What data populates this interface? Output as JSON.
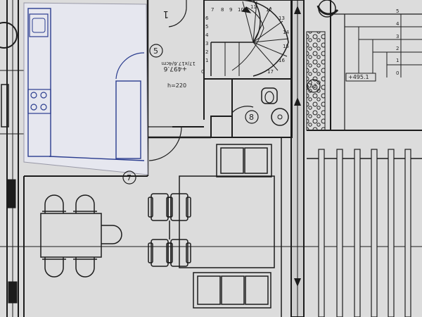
{
  "plan": {
    "room_numbers": {
      "hall": "5",
      "bath": "8",
      "stair_top": "1",
      "living": "7",
      "right_room": "A2"
    },
    "dimensions": {
      "ceiling_height": "h=220",
      "stair_spec": "17/x17.6/4cm",
      "level_mid": "+497.6",
      "level_right": "+495.1"
    },
    "stair_steps": [
      "0",
      "1",
      "2",
      "3",
      "4",
      "5",
      "6",
      "7",
      "8",
      "9",
      "10",
      "11",
      "12",
      "13",
      "14",
      "15",
      "16",
      "17"
    ],
    "right_steps": [
      "0",
      "1",
      "2",
      "3",
      "4",
      "5"
    ],
    "colors": {
      "paper": "#dcdcdc",
      "overlay": "#e6e7ef",
      "ink": "#1c1c1c",
      "blueink": "#2b3d8f"
    }
  }
}
